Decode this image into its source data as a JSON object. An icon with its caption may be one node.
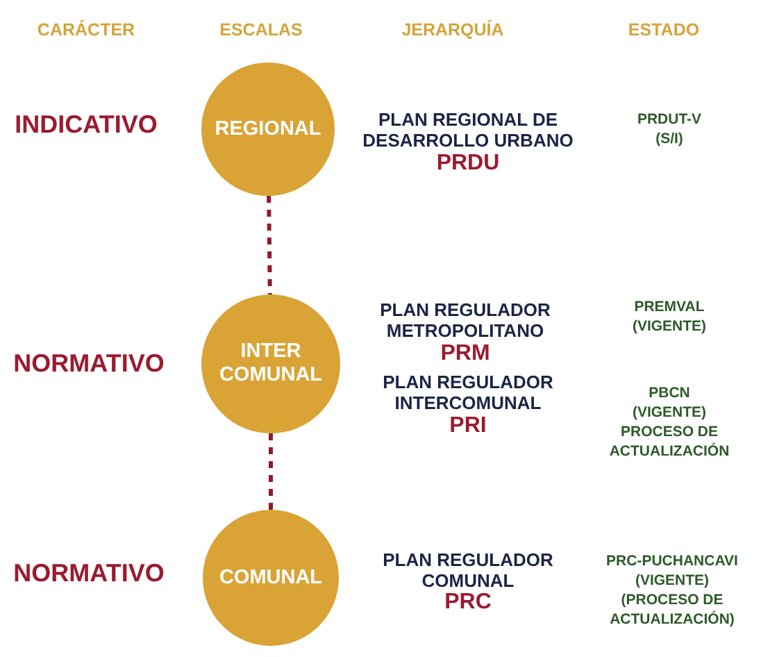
{
  "diagram": {
    "nodes": [
      {
        "text": [
          "REGIONAL"
        ]
      },
      {
        "text": [
          "INTER COMUNAL"
        ]
      },
      {
        "text": [
          "COMUNAL"
        ]
      }
    ],
    "edges": [
      {
        "from": 0,
        "to": 1,
        "arrow": "none",
        "style": "dashed"
      },
      {
        "from": 1,
        "to": 2,
        "arrow": "none",
        "style": "dashed"
      }
    ],
    "labels": [
      "CARÁCTER",
      "ESCALAS",
      "JERARQUÍA",
      "ESTADO",
      "INDICATIVO",
      "PLAN REGIONAL DE DESARROLLO URBANO",
      "PRDU",
      "PRDUT-V (S/I)",
      "NORMATIVO",
      "PLAN REGULADOR METROPOLITANO",
      "PRM",
      "PREMVAL (VIGENTE)",
      "PLAN REGULADOR INTERCOMUNAL",
      "PRI",
      "PBCN (VIGENTE) PROCESO DE ACTUALIZACIÓN",
      "NORMATIVO",
      "PLAN REGULADOR COMUNAL",
      "PRC",
      "PRC-PUCHANCAVI (VIGENTE) (PROCESO DE ACTUALIZACIÓN)"
    ]
  }
}
